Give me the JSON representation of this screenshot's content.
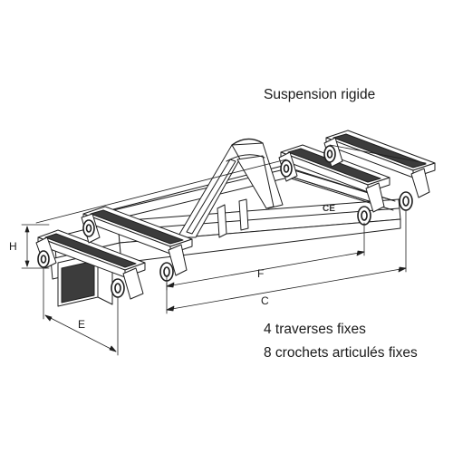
{
  "title": "Suspension rigide",
  "features": [
    "4 traverses fixes",
    "8 crochets articulés fixes"
  ],
  "dimensions": {
    "h": "H",
    "f": "F",
    "c": "C",
    "e": "E"
  },
  "mark": "CE",
  "colors": {
    "line": "#1f1f1f",
    "fill": "#ffffff",
    "shade": "#3c3c3c"
  }
}
